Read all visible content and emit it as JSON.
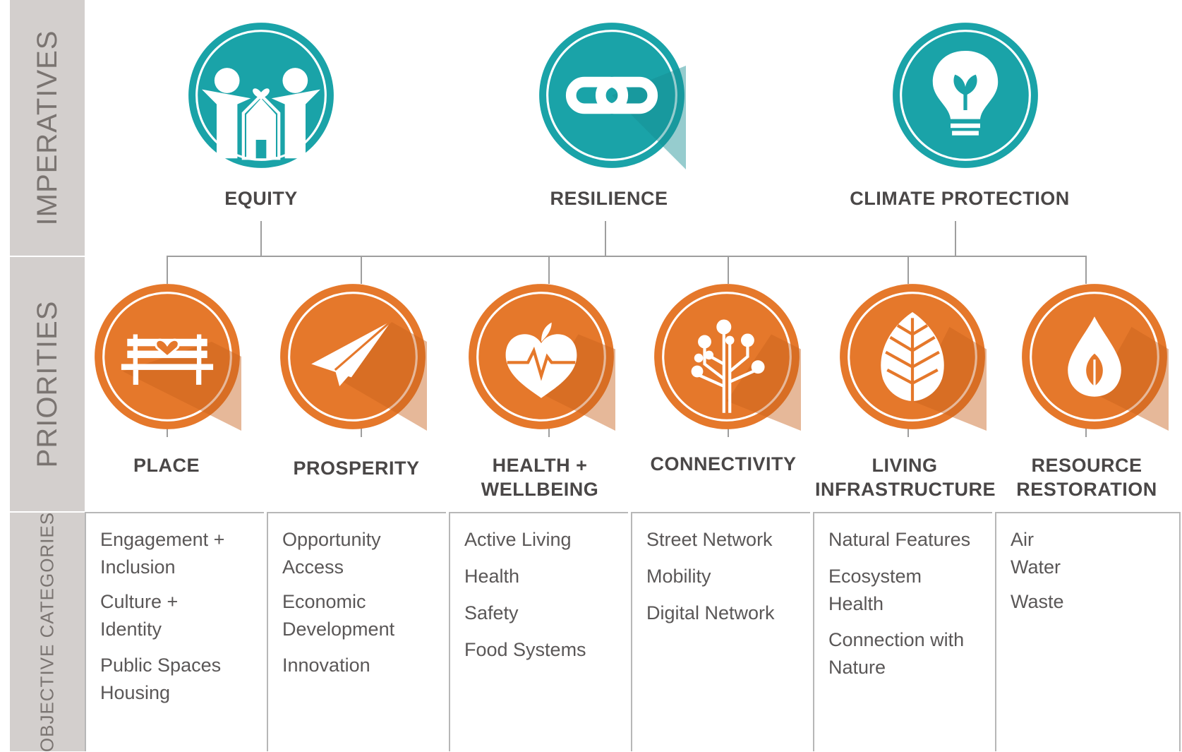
{
  "side_labels": {
    "imperatives": "IMPERATIVES",
    "priorities": "PRIORITIES",
    "objective_categories": "OBJECTIVE\nCATEGORIES"
  },
  "colors": {
    "imperative": "#1aa3a8",
    "priority": "#e5782b",
    "sidebar": "#d3cfcd"
  },
  "imperatives": [
    {
      "label": "EQUITY",
      "icon": "people-house-icon"
    },
    {
      "label": "RESILIENCE",
      "icon": "chain-link-icon"
    },
    {
      "label": "CLIMATE PROTECTION",
      "icon": "lightbulb-sprout-icon"
    }
  ],
  "priorities": [
    {
      "label": "PLACE",
      "icon": "bench-heart-icon"
    },
    {
      "label": "PROSPERITY",
      "icon": "paper-plane-icon"
    },
    {
      "label": "HEALTH +\nWELLBEING",
      "icon": "apple-heartbeat-icon"
    },
    {
      "label": "CONNECTIVITY",
      "icon": "network-tree-icon"
    },
    {
      "label": "LIVING\nINFRASTRUCTURE",
      "icon": "leaf-icon"
    },
    {
      "label": "RESOURCE\nRESTORATION",
      "icon": "drop-leaf-icon"
    }
  ],
  "objective_categories": [
    [
      "Engagement +\nInclusion",
      "Culture +\nIdentity",
      "Public Spaces\nHousing"
    ],
    [
      "Opportunity\nAccess",
      "Economic\nDevelopment",
      "Innovation"
    ],
    [
      "Active Living",
      "Health",
      "Safety",
      "Food Systems"
    ],
    [
      "Street Network",
      "Mobility",
      "Digital Network"
    ],
    [
      "Natural Features",
      "Ecosystem\nHealth",
      "Connection with\nNature"
    ],
    [
      "Air\nWater",
      "Waste"
    ]
  ]
}
